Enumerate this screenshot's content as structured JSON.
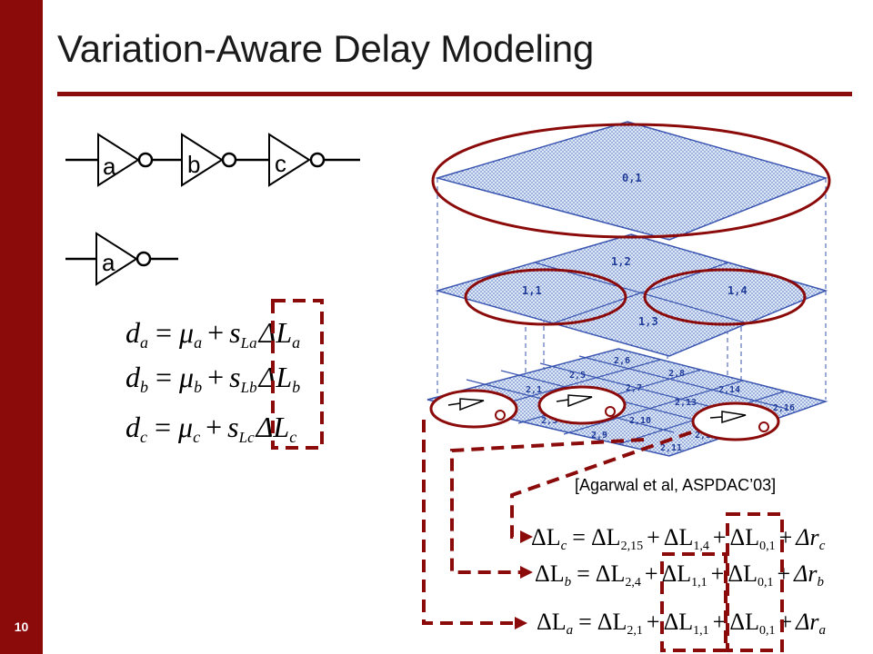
{
  "page_number": "10",
  "title": "Variation-Aware Delay Modeling",
  "citation": "[Agarwal et al, ASPDAC’03]",
  "colors": {
    "accent": "#8b0a0a",
    "grid_fill": "#dde8f5",
    "grid_line": "#3a55b0"
  },
  "gates": {
    "chain": [
      "a",
      "b",
      "c"
    ],
    "single": "a"
  },
  "delay_equations": [
    {
      "lhs": "d",
      "sub": "a",
      "mu": "μ",
      "s": "s",
      "s_sub": "La",
      "dl": "ΔL",
      "dl_sub": "a"
    },
    {
      "lhs": "d",
      "sub": "b",
      "mu": "μ",
      "s": "s",
      "s_sub": "Lb",
      "dl": "ΔL",
      "dl_sub": "b"
    },
    {
      "lhs": "d",
      "sub": "c",
      "mu": "μ",
      "s": "s",
      "s_sub": "Lc",
      "dl": "ΔL",
      "dl_sub": "c"
    }
  ],
  "grid_levels": {
    "level0": [
      "0,1"
    ],
    "level1": [
      "1,1",
      "1,2",
      "1,3",
      "1,4"
    ],
    "level2": [
      "2,1",
      "2,3",
      "2,5",
      "2,6",
      "2,7",
      "2,8",
      "2,9",
      "2,10",
      "2,11",
      "2,13",
      "2,14",
      "2,16",
      "2,12"
    ]
  },
  "decomp_equations": [
    {
      "lhs": "ΔL",
      "lhs_sub": "c",
      "t1_sub": "2,15",
      "t2_sub": "1,4",
      "t3_sub": "0,1",
      "r": "Δr",
      "r_sub": "c"
    },
    {
      "lhs": "ΔL",
      "lhs_sub": "b",
      "t1_sub": "2,4",
      "t2_sub": "1,1",
      "t3_sub": "0,1",
      "r": "Δr",
      "r_sub": "b"
    },
    {
      "lhs": "ΔL",
      "lhs_sub": "a",
      "t1_sub": "2,1",
      "t2_sub": "1,1",
      "t3_sub": "0,1",
      "r": "Δr",
      "r_sub": "a"
    }
  ]
}
